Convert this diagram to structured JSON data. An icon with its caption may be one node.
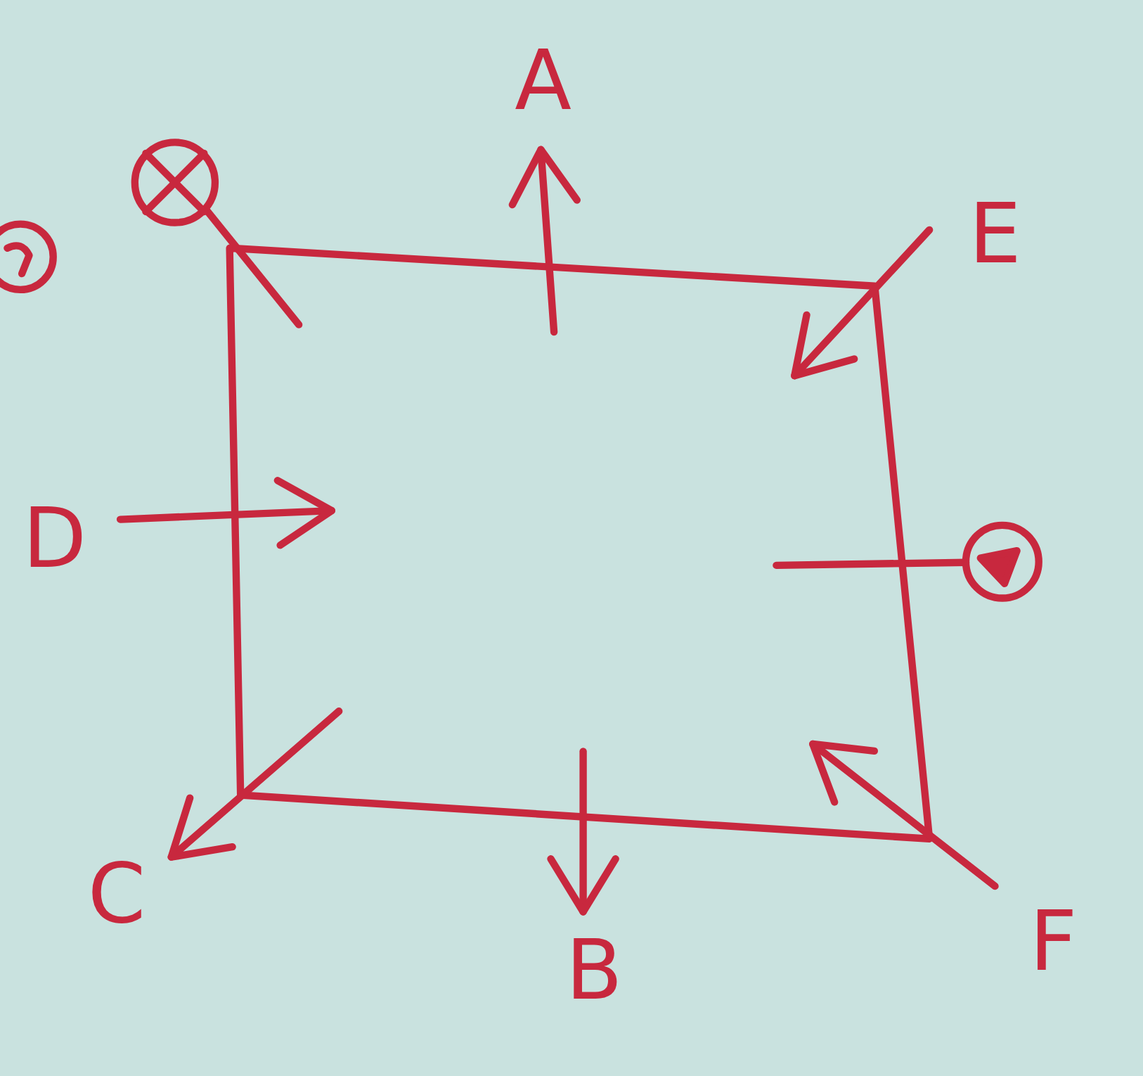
{
  "diagram": {
    "labels": [
      "A",
      "E",
      "D",
      "C",
      "F",
      "B"
    ]
  }
}
